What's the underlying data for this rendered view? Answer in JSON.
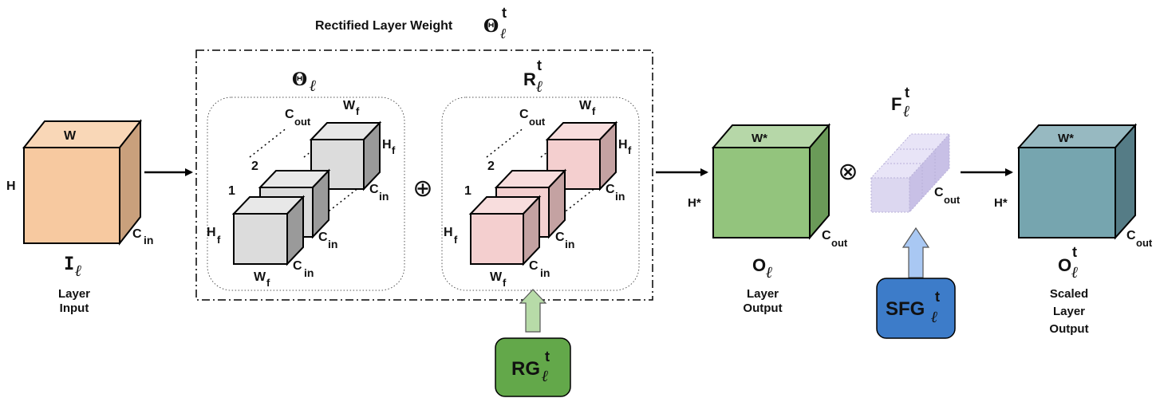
{
  "title": "Rectified Layer Weight",
  "title_symbol": "Θ",
  "title_sub": "ℓ",
  "title_sup": "t",
  "input": {
    "dim_width": "W",
    "dim_height": "H",
    "dim_channels": "C",
    "dim_channels_sub": "in",
    "symbol": "I",
    "symbol_sub": "ℓ",
    "caption_line1": "Layer",
    "caption_line2": "Input",
    "color": "#f7c9a0"
  },
  "base_weight": {
    "symbol": "Θ",
    "symbol_sub": "ℓ",
    "color": "#dcdcdc",
    "label_cout": "C",
    "label_cout_sub": "out",
    "label_wf": "W",
    "label_wf_sub": "f",
    "label_hf": "H",
    "label_hf_sub": "f",
    "label_cin": "C",
    "label_cin_sub": "in",
    "index_1": "1",
    "index_2": "2"
  },
  "operator_add": "⊕",
  "residual_weight": {
    "symbol": "R",
    "symbol_sub": "ℓ",
    "symbol_sup": "t",
    "color": "#f4cfcf"
  },
  "rg": {
    "label": "RG",
    "sub": "ℓ",
    "sup": "t",
    "color": "#63a84a"
  },
  "output": {
    "dim_width": "W*",
    "dim_height": "H*",
    "dim_channels": "C",
    "dim_channels_sub": "out",
    "symbol": "O",
    "symbol_sub": "ℓ",
    "caption_line1": "Layer",
    "caption_line2": "Output",
    "color": "#93c47d"
  },
  "operator_mul": "⊗",
  "scale_factor": {
    "symbol": "F",
    "symbol_sub": "ℓ",
    "symbol_sup": "t",
    "dim_channels": "C",
    "dim_channels_sub": "out",
    "color": "#dcd7f0"
  },
  "sfg": {
    "label": "SFG",
    "sub": "ℓ",
    "sup": "t",
    "color": "#3d7cc9"
  },
  "scaled_output": {
    "dim_width": "W*",
    "dim_height": "H*",
    "dim_channels": "C",
    "dim_channels_sub": "out",
    "symbol": "O",
    "symbol_sub": "ℓ",
    "symbol_sup": "t",
    "caption_line1": "Scaled",
    "caption_line2": "Layer",
    "caption_line3": "Output",
    "color": "#76a5af"
  }
}
